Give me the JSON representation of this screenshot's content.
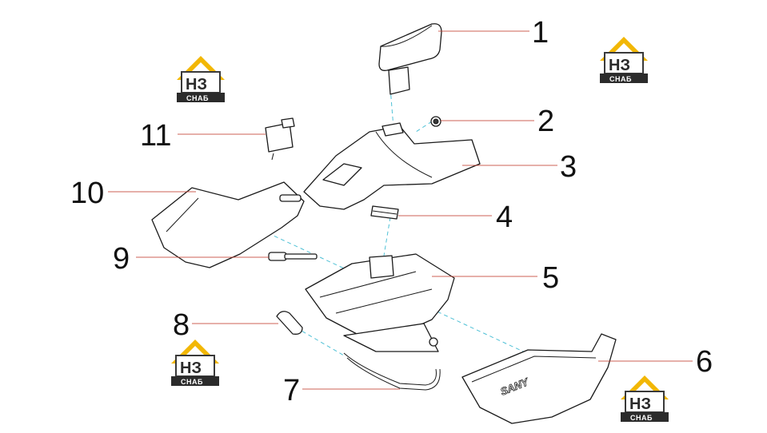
{
  "callouts": [
    {
      "num": "1"
    },
    {
      "num": "2"
    },
    {
      "num": "3"
    },
    {
      "num": "4"
    },
    {
      "num": "5"
    },
    {
      "num": "6"
    },
    {
      "num": "7"
    },
    {
      "num": "8"
    },
    {
      "num": "9"
    },
    {
      "num": "10"
    },
    {
      "num": "11"
    }
  ],
  "watermark": {
    "main": "НЗ",
    "sub": "СНАБ"
  },
  "brand": "SANY",
  "colors": {
    "leader": "#c0392b",
    "axis": "#4fc1d6",
    "logo_accent": "#f2b705",
    "logo_dark": "#2b2b2b"
  }
}
